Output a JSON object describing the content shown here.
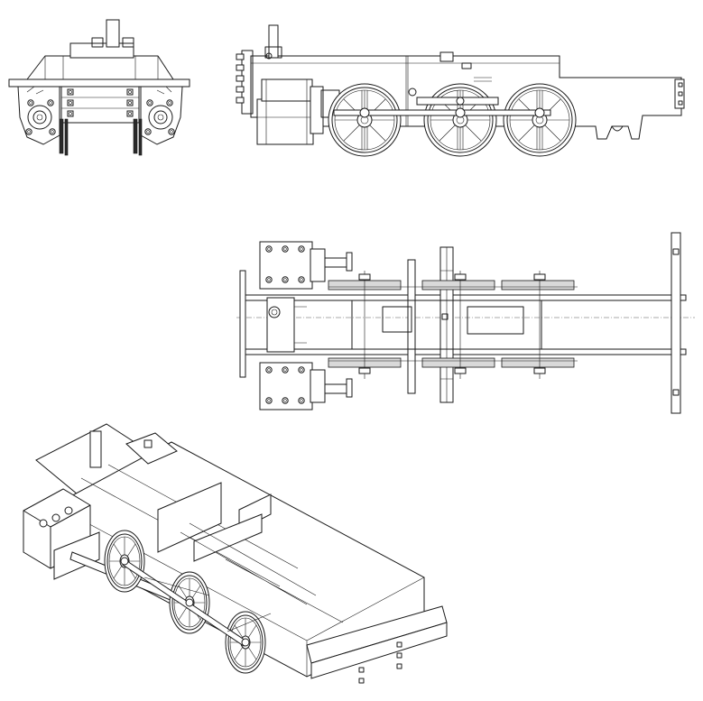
{
  "drawing": {
    "colors": {
      "line": "#1a1a1a",
      "background": "#ffffff",
      "shade": "#d9d9d9"
    },
    "views": [
      {
        "id": "front-view"
      },
      {
        "id": "side-view"
      },
      {
        "id": "top-view"
      },
      {
        "id": "isometric-view"
      }
    ]
  }
}
